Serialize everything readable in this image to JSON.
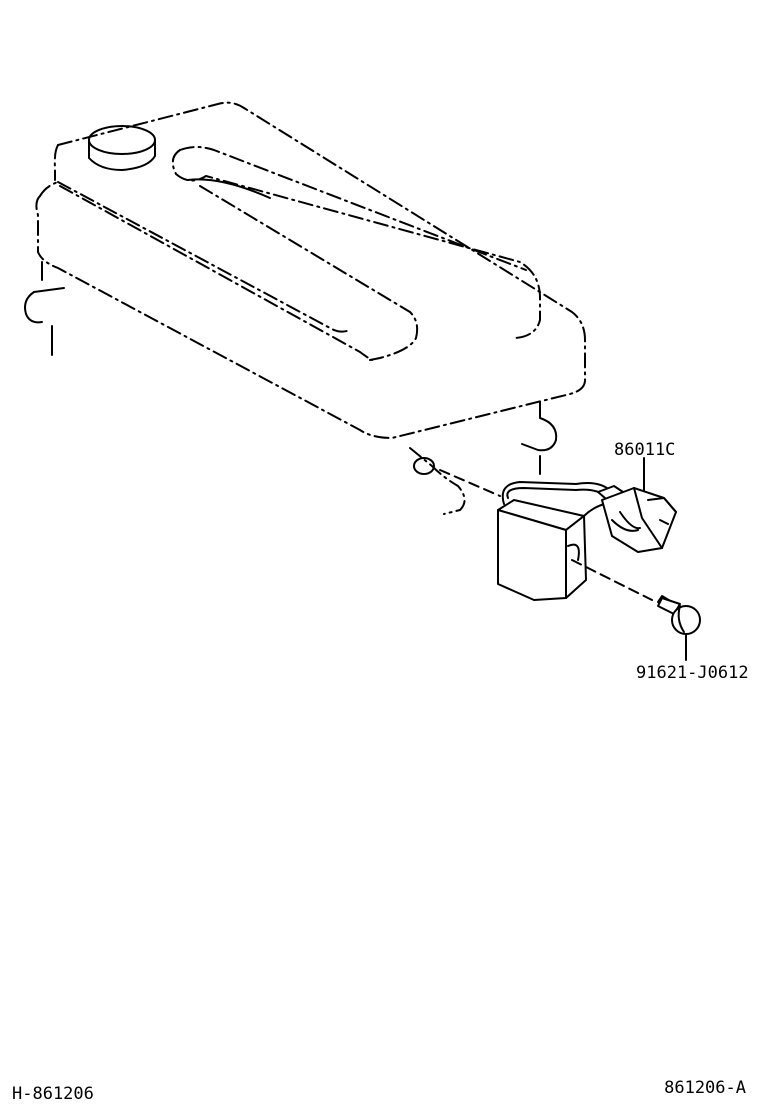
{
  "callouts": {
    "harness": "86011C",
    "bolt": "91621-J0612"
  },
  "footer": {
    "left": "H-861206",
    "right": "861206-A"
  }
}
